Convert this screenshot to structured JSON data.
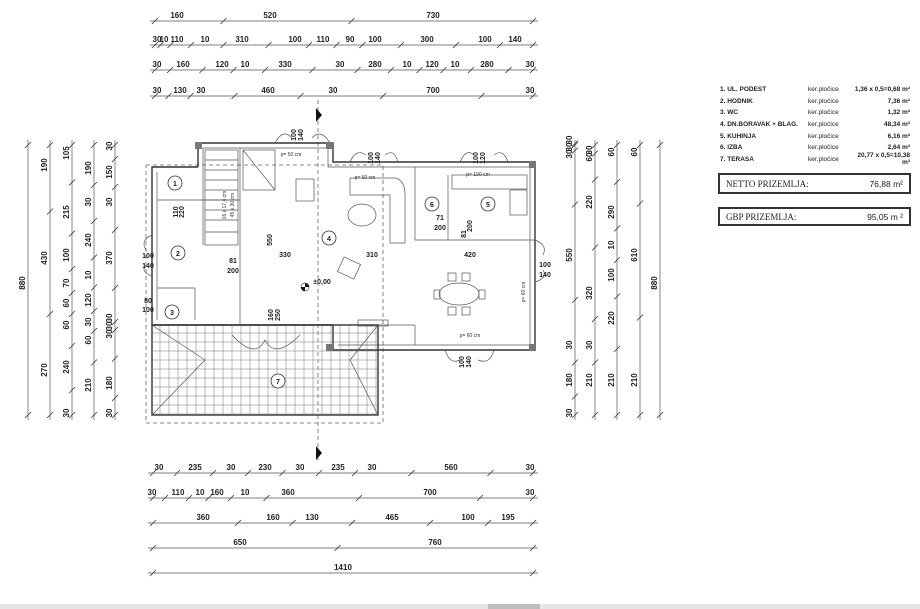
{
  "dimensions": {
    "top": [
      [
        "160",
        "520",
        "730"
      ],
      [
        "30",
        "10",
        "110",
        "10",
        "310",
        "100",
        "110",
        "90",
        "100",
        "300",
        "100",
        "140"
      ],
      [
        "30",
        "160",
        "120",
        "10",
        "330",
        "30",
        "280",
        "10",
        "120",
        "10",
        "280",
        "30"
      ],
      [
        "30",
        "130",
        "30",
        "460",
        "30",
        "700",
        "30"
      ]
    ],
    "bottom": [
      [
        "30",
        "235",
        "30",
        "230",
        "30",
        "235",
        "30",
        "560",
        "30"
      ],
      [
        "30",
        "110",
        "10",
        "160",
        "10",
        "360",
        "700",
        "30"
      ],
      [
        "360",
        "160",
        "130",
        "465",
        "100",
        "195"
      ],
      [
        "650",
        "760"
      ],
      [
        "1410"
      ]
    ],
    "left": [
      [
        "880"
      ],
      [
        "190",
        "430",
        "270"
      ],
      [
        "105",
        "215",
        "100",
        "70",
        "60",
        "60",
        "240",
        "30"
      ],
      [
        "190",
        "30",
        "240",
        "10",
        "120",
        "30",
        "60",
        "210"
      ],
      [
        "30",
        "150",
        "30",
        "370",
        "30",
        "30",
        "30",
        "180",
        "30"
      ]
    ],
    "right": [
      [
        "30",
        "30",
        "30",
        "550",
        "30",
        "180",
        "30"
      ],
      [
        "30",
        "60",
        "220",
        "320",
        "30",
        "210"
      ],
      [
        "60",
        "290",
        "10",
        "100",
        "220",
        "210"
      ],
      [
        "60",
        "610",
        "210"
      ],
      [
        "880"
      ]
    ]
  },
  "plan": {
    "rooms": [
      "1",
      "2",
      "3",
      "4",
      "5",
      "6",
      "7"
    ],
    "labels": {
      "height_550": "550",
      "w330": "330",
      "w310": "310",
      "w420": "420",
      "door_81": "81",
      "door_200": "200",
      "door6_71": "71",
      "door6_200": "200",
      "door5_81": "81",
      "door5_200": "200",
      "door1_110": "110",
      "door1_220": "220",
      "level": "±0,00",
      "win_top1_a": "100",
      "win_top1_b": "140",
      "win_top2_a": "100",
      "win_top2_b": "140",
      "win_top3_a": "100",
      "win_top3_b": "120",
      "win_left_a": "100",
      "win_left_b": "140",
      "win_left2_a": "80",
      "win_left2_b": "100",
      "win_right_a": "100",
      "win_right_b": "140",
      "win_bot_a": "100",
      "win_bot_b": "140",
      "entry_a": "160",
      "entry_b": "250",
      "parapet_50": "p= 50 cm",
      "parapet_60a": "p= 60 cm",
      "parapet_100": "p= 100 cm",
      "parapet_60b": "p= 60 cm",
      "parapet_60c": "p= 60 cm",
      "stair": "16 x 17,4 cm",
      "stair2": "45 x 30 cm"
    }
  },
  "legend": {
    "rooms": [
      {
        "name": "1. UL. PODEST",
        "material": "ker.pločice",
        "area": "1,36 x 0,5=0,68 m²"
      },
      {
        "name": "2. HODNIK",
        "material": "ker.pločice",
        "area": "7,36 m²"
      },
      {
        "name": "3. WC",
        "material": "ker.pločice",
        "area": "1,32 m²"
      },
      {
        "name": "4. DN.BORAVAK + BLAG.",
        "material": "ker.pločice",
        "area": "48,34 m²"
      },
      {
        "name": "5. KUHINJA",
        "material": "ker.pločice",
        "area": "6,16 m²"
      },
      {
        "name": "6. IZBA",
        "material": "ker.pločice",
        "area": "2,64 m²"
      },
      {
        "name": "7. TERASA",
        "material": "ker.pločice",
        "area": "20,77 x 0,5=10,38 m²"
      }
    ],
    "netto_label": "NETTO PRIZEMLJA:",
    "netto_value": "76,88 m²",
    "gbp_label": "GBP PRIZEMLJA:",
    "gbp_value": "95,05 m ²"
  }
}
